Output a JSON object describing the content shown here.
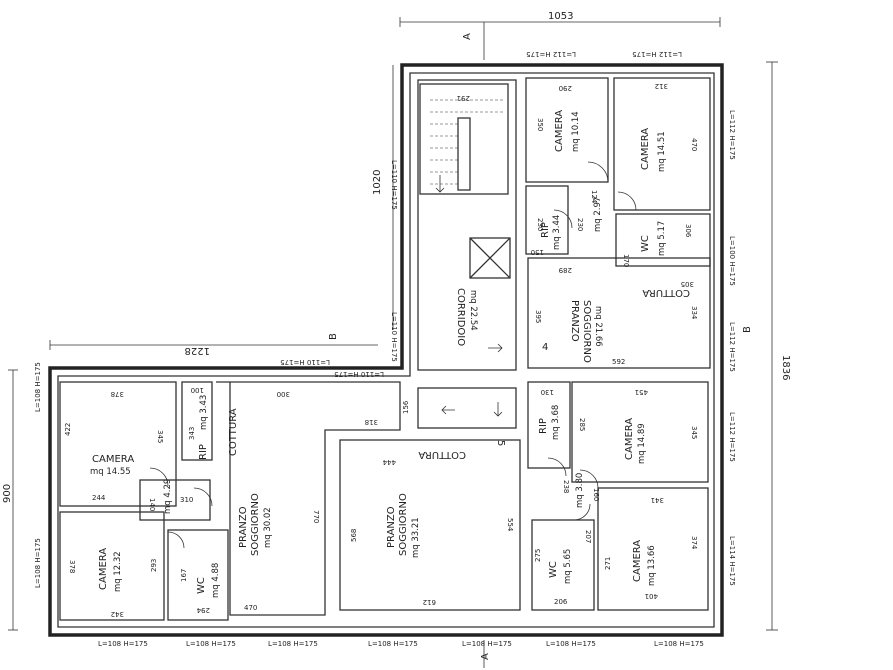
{
  "dimensions": {
    "top_width": "1053",
    "total_height": "1836",
    "left_wing_width": "1228",
    "left_wing_height": "900",
    "tower_height": "1020"
  },
  "section_markers": {
    "a": "A",
    "b": "B"
  },
  "rooms": {
    "camera_top_left": {
      "name": "CAMERA",
      "area": "mq 10.14",
      "w": "290",
      "h": "350"
    },
    "camera_top_right": {
      "name": "CAMERA",
      "area": "mq 14.51",
      "w": "312",
      "h": "470"
    },
    "rip_top": {
      "name": "RIP",
      "area": "mq 3.44",
      "w": "230",
      "h": "150",
      "x": "230"
    },
    "disimpegno_top": {
      "area": "mq 2.97",
      "w": "124"
    },
    "wc_top": {
      "name": "WC",
      "area": "mq 5.17",
      "w": "306",
      "h": "170"
    },
    "corridoio": {
      "name": "CORRIDOIO",
      "area": "mq 22.54",
      "w": "291",
      "h": "395",
      "step": "4"
    },
    "pranzo_right": {
      "name": "PRANZO\nSOGGIORNO",
      "area": "mq 21.66",
      "w": "592",
      "h": "334",
      "top": "289",
      "cottura": "COTTURA",
      "cottura_w": "305"
    },
    "camera_left_top": {
      "name": "CAMERA",
      "area": "mq 14.55",
      "w": "378",
      "h": "422",
      "h2": "345",
      "bottom": "244"
    },
    "rip_left": {
      "name": "RIP",
      "area": "mq 3.43",
      "w": "100",
      "h": "343"
    },
    "pranzo_left": {
      "name": "PRANZO\nSOGGIORNO",
      "area": "mq 30.02",
      "w": "300",
      "h": "770",
      "bottom": "470",
      "cottura": "COTTURA",
      "mid": "318"
    },
    "disimpegno_left": {
      "area": "mq 4.29",
      "w": "310",
      "h": "140"
    },
    "camera_left_bottom": {
      "name": "CAMERA",
      "area": "mq 12.32",
      "w": "342",
      "h": "378",
      "h2": "293"
    },
    "wc_left": {
      "name": "WC",
      "area": "mq 4.88",
      "w": "167",
      "h": "294"
    },
    "pranzo_center": {
      "name": "PRANZO\nSOGGIORNO",
      "area": "mq 33.21",
      "w": "612",
      "top": "444",
      "h": "568",
      "h2": "554",
      "cottura": "COTTURA",
      "step": "5"
    },
    "hall": {
      "w": "156"
    },
    "rip_right": {
      "name": "RIP",
      "area": "mq 3.68",
      "w": "130",
      "h": "285"
    },
    "camera_right_mid": {
      "name": "CAMERA",
      "area": "mq 14.89",
      "w": "451",
      "h": "345"
    },
    "disimpegno_right": {
      "area": "mq 3.80",
      "w": "238",
      "h": "160"
    },
    "wc_right": {
      "name": "WC",
      "area": "mq 5.65",
      "w": "206",
      "h": "275",
      "door": "207"
    },
    "camera_right_bottom": {
      "name": "CAMERA",
      "area": "mq 13.66",
      "w": "401",
      "h": "374",
      "top": "341",
      "left": "271"
    }
  },
  "windows": {
    "w_108_175": "L=108 H=175",
    "w_110_175": "L=110 H=175",
    "w_112_175": "L=112 H=175",
    "w_100_175": "L=100 H=175",
    "w_114_175": "L=114 H=175"
  }
}
